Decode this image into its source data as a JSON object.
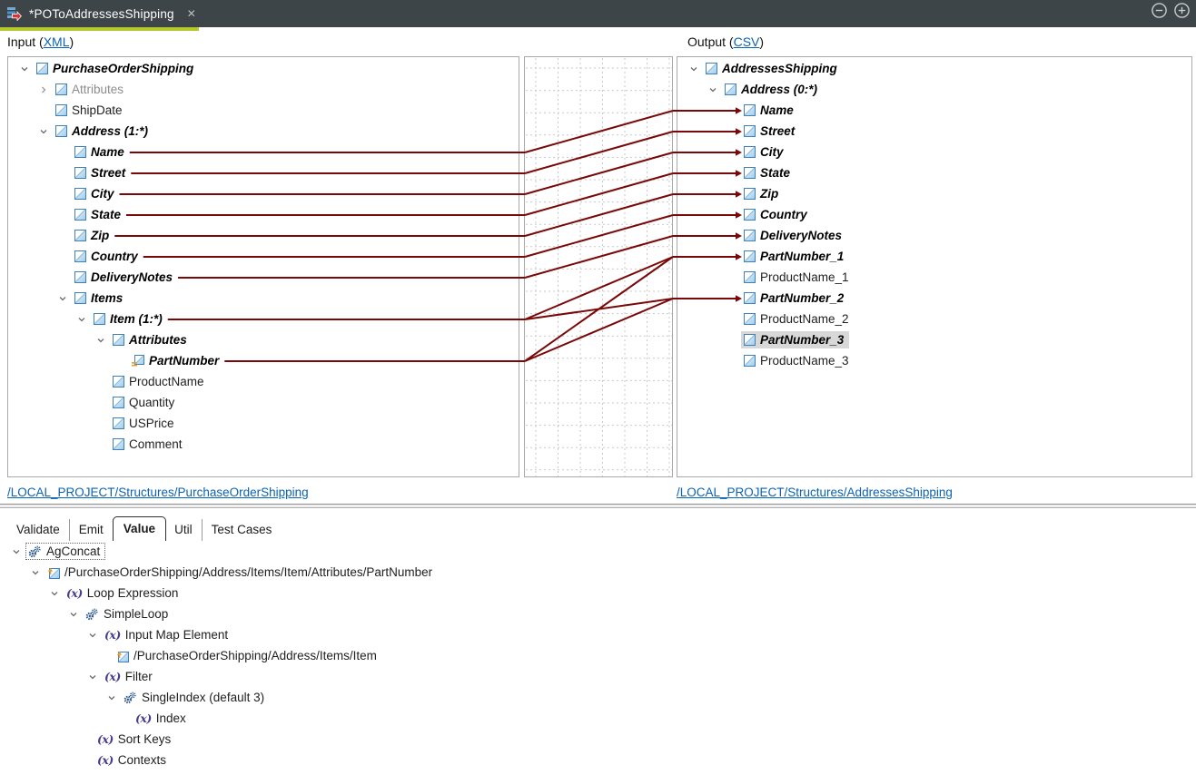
{
  "colors": {
    "titlebar": "#3d4548",
    "accent": "#b5c92d",
    "maroon": "#7a0808",
    "link": "#0a63b5",
    "sel": "#d8d8d8",
    "grid": "#c9c9c9"
  },
  "titlebar": {
    "tab_title": "*POToAddressesShipping",
    "close_label": "✕"
  },
  "header": {
    "input_prefix": "Input (",
    "input_link": "XML",
    "input_suffix": ")",
    "output_prefix": "Output (",
    "output_link": "CSV",
    "output_suffix": ")"
  },
  "left_tree": {
    "items": [
      {
        "label": "PurchaseOrderShipping",
        "level": 0,
        "chevron": "down",
        "icon": "node",
        "style": "b"
      },
      {
        "label": "Attributes",
        "level": 1,
        "chevron": "right",
        "icon": "node",
        "style": "m"
      },
      {
        "label": "ShipDate",
        "level": 1,
        "chevron": null,
        "icon": "node",
        "style": "n"
      },
      {
        "label": "Address (1:*)",
        "level": 1,
        "chevron": "down",
        "icon": "node",
        "style": "b"
      },
      {
        "label": "Name",
        "level": 2,
        "chevron": null,
        "icon": "node",
        "style": "b"
      },
      {
        "label": "Street",
        "level": 2,
        "chevron": null,
        "icon": "node",
        "style": "b"
      },
      {
        "label": "City",
        "level": 2,
        "chevron": null,
        "icon": "node",
        "style": "b"
      },
      {
        "label": "State",
        "level": 2,
        "chevron": null,
        "icon": "node",
        "style": "b"
      },
      {
        "label": "Zip",
        "level": 2,
        "chevron": null,
        "icon": "node",
        "style": "b"
      },
      {
        "label": "Country",
        "level": 2,
        "chevron": null,
        "icon": "node",
        "style": "b"
      },
      {
        "label": "DeliveryNotes",
        "level": 2,
        "chevron": null,
        "icon": "node",
        "style": "b"
      },
      {
        "label": "Items",
        "level": 2,
        "chevron": "down",
        "icon": "node",
        "style": "b"
      },
      {
        "label": "Item (1:*)",
        "level": 3,
        "chevron": "down",
        "icon": "node",
        "style": "b"
      },
      {
        "label": "Attributes",
        "level": 4,
        "chevron": "down",
        "icon": "node",
        "style": "b"
      },
      {
        "label": "PartNumber",
        "level": 5,
        "chevron": null,
        "icon": "attr",
        "style": "b"
      },
      {
        "label": "ProductName",
        "level": 4,
        "chevron": null,
        "icon": "node",
        "style": "n"
      },
      {
        "label": "Quantity",
        "level": 4,
        "chevron": null,
        "icon": "node",
        "style": "n"
      },
      {
        "label": "USPrice",
        "level": 4,
        "chevron": null,
        "icon": "node",
        "style": "n"
      },
      {
        "label": "Comment",
        "level": 4,
        "chevron": null,
        "icon": "node",
        "style": "n"
      }
    ]
  },
  "right_tree": {
    "items": [
      {
        "label": "AddressesShipping",
        "level": 0,
        "chevron": "down",
        "icon": "node",
        "style": "b"
      },
      {
        "label": "Address (0:*)",
        "level": 1,
        "chevron": "down",
        "icon": "node",
        "style": "b"
      },
      {
        "label": "Name",
        "level": 2,
        "chevron": null,
        "icon": "node",
        "style": "b",
        "arrow": true
      },
      {
        "label": "Street",
        "level": 2,
        "chevron": null,
        "icon": "node",
        "style": "b",
        "arrow": true
      },
      {
        "label": "City",
        "level": 2,
        "chevron": null,
        "icon": "node",
        "style": "b",
        "arrow": true
      },
      {
        "label": "State",
        "level": 2,
        "chevron": null,
        "icon": "node",
        "style": "b",
        "arrow": true
      },
      {
        "label": "Zip",
        "level": 2,
        "chevron": null,
        "icon": "node",
        "style": "b",
        "arrow": true
      },
      {
        "label": "Country",
        "level": 2,
        "chevron": null,
        "icon": "node",
        "style": "b",
        "arrow": true
      },
      {
        "label": "DeliveryNotes",
        "level": 2,
        "chevron": null,
        "icon": "node",
        "style": "b",
        "arrow": true
      },
      {
        "label": "PartNumber_1",
        "level": 2,
        "chevron": null,
        "icon": "node",
        "style": "b",
        "arrow": true
      },
      {
        "label": "ProductName_1",
        "level": 2,
        "chevron": null,
        "icon": "node",
        "style": "n"
      },
      {
        "label": "PartNumber_2",
        "level": 2,
        "chevron": null,
        "icon": "node",
        "style": "b",
        "arrow": true
      },
      {
        "label": "ProductName_2",
        "level": 2,
        "chevron": null,
        "icon": "node",
        "style": "n"
      },
      {
        "label": "PartNumber_3",
        "level": 2,
        "chevron": null,
        "icon": "node",
        "style": "b",
        "selected": true
      },
      {
        "label": "ProductName_3",
        "level": 2,
        "chevron": null,
        "icon": "node",
        "style": "n"
      }
    ]
  },
  "mappings": [
    {
      "from": "Name",
      "to": "Name"
    },
    {
      "from": "Street",
      "to": "Street"
    },
    {
      "from": "City",
      "to": "City"
    },
    {
      "from": "State",
      "to": "State"
    },
    {
      "from": "Zip",
      "to": "Zip"
    },
    {
      "from": "Country",
      "to": "Country"
    },
    {
      "from": "DeliveryNotes",
      "to": "DeliveryNotes"
    },
    {
      "from": "Item (1:*)",
      "to": "PartNumber_1"
    },
    {
      "from": "Item (1:*)",
      "to": "PartNumber_2"
    },
    {
      "from": "PartNumber",
      "to": "PartNumber_1"
    },
    {
      "from": "PartNumber",
      "to": "PartNumber_2"
    }
  ],
  "links": {
    "left": "/LOCAL_PROJECT/Structures/PurchaseOrderShipping",
    "right": "/LOCAL_PROJECT/Structures/AddressesShipping"
  },
  "tabs": [
    {
      "label": "Validate",
      "active": false
    },
    {
      "label": "Emit",
      "active": false
    },
    {
      "label": "Value",
      "active": true
    },
    {
      "label": "Util",
      "active": false
    },
    {
      "label": "Test Cases",
      "active": false
    }
  ],
  "bottom_tree": {
    "items": [
      {
        "label": "AgConcat",
        "level": 0,
        "chevron": "down",
        "icon": "gears",
        "focus": true
      },
      {
        "label": "/PurchaseOrderShipping/Address/Items/Item/Attributes/PartNumber",
        "level": 1,
        "chevron": "down",
        "icon": "mapelem"
      },
      {
        "label": "Loop Expression",
        "level": 2,
        "chevron": "down",
        "icon": "fx"
      },
      {
        "label": "SimpleLoop",
        "level": 3,
        "chevron": "down",
        "icon": "gears"
      },
      {
        "label": "Input Map Element",
        "level": 4,
        "chevron": "down",
        "icon": "fx"
      },
      {
        "label": "/PurchaseOrderShipping/Address/Items/Item",
        "level": 5,
        "chevron": null,
        "icon": "mapelem"
      },
      {
        "label": "Filter",
        "level": 4,
        "chevron": "down",
        "icon": "fx"
      },
      {
        "label": "SingleIndex (default 3)",
        "level": 5,
        "chevron": "down",
        "icon": "gears"
      },
      {
        "label": "Index",
        "level": 6,
        "chevron": null,
        "icon": "fx"
      },
      {
        "label": "Sort Keys",
        "level": 4,
        "chevron": null,
        "icon": "fx"
      },
      {
        "label": "Contexts",
        "level": 4,
        "chevron": null,
        "icon": "fx"
      }
    ]
  }
}
